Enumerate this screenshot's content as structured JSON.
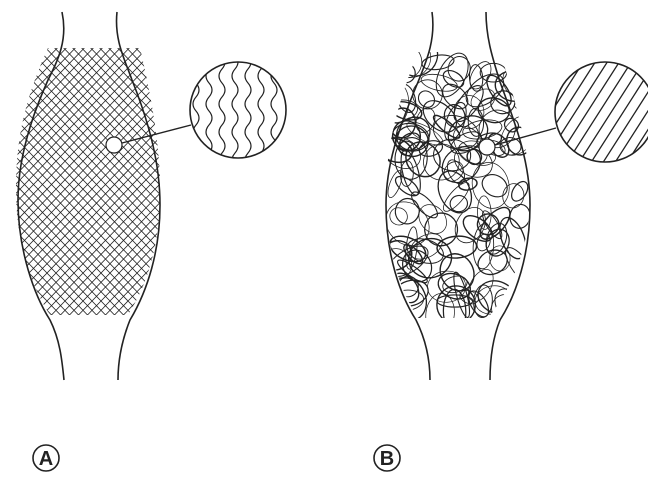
{
  "figure": {
    "panels": [
      {
        "id": "A",
        "label": "A",
        "description": "ordered-wavy-fibers"
      },
      {
        "id": "B",
        "label": "B",
        "description": "disordered-tangled-fibers"
      }
    ],
    "colors": {
      "line": "#222222",
      "background": "#ffffff"
    }
  }
}
